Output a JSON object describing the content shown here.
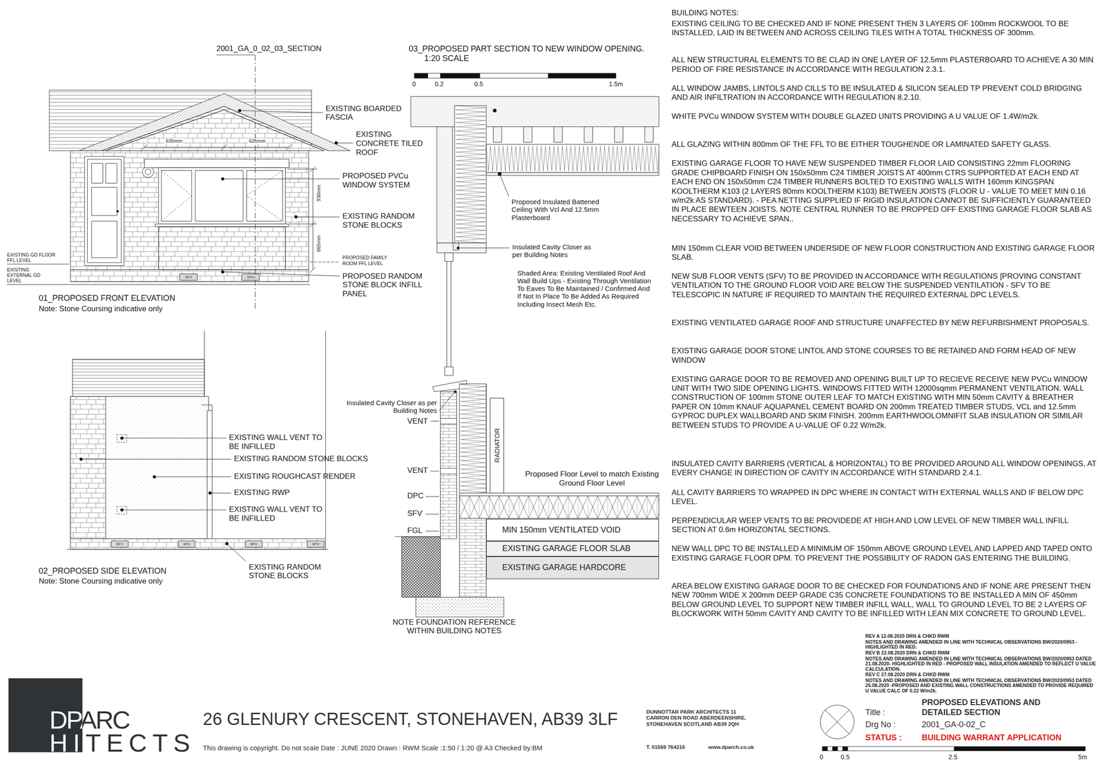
{
  "diagram": {
    "nodes": [
      {
        "text": [
          "RADIATOR"
        ]
      },
      {
        "text": [
          "MIN 150mm VENTILATED VOID"
        ]
      },
      {
        "text": [
          "EXISTING GARAGE FLOOR SLAB"
        ]
      },
      {
        "text": [
          "EXISTING GARAGE HARDCORE"
        ]
      }
    ],
    "labels": [
      "2001_GA_0_02_03_SECTION",
      "635mm",
      "635mm",
      "EXISTING BOARDED FASCIA",
      "EXISTING CONCRETE TILED ROOF",
      "PROPOSED PVCu WINDOW SYSTEM",
      "930mm",
      "EXISTING RANDOM STONE BLOCKS",
      "865mm",
      "EXISTING GD FLOOR FFL LEVEL",
      "EXISTING EXTERNAL GD LEVEL",
      "PROPOSED FAMILY ROOM FFL LEVEL",
      "PROPOSED RANDOM STONE BLOCK INFILL PANEL",
      "SFV",
      "SFV",
      "01_PROPOSED FRONT ELEVATION",
      "Note: Stone Coursing indicative only",
      "EXISTING WALL VENT TO BE INFILLED",
      "EXISTING RANDOM STONE BLOCKS",
      "EXISTING ROUGHCAST RENDER",
      "EXISTING RWP",
      "EXISTING WALL VENT TO BE INFILLED",
      "SFV",
      "SFV",
      "SFV",
      "SFV",
      "EXISTING RANDOM STONE BLOCKS",
      "02_PROPOSED SIDE ELEVATION",
      "Note: Stone Coursing indicative only",
      "03_PROPOSED PART SECTION TO NEW WINDOW OPENING. 1:20 SCALE",
      "0",
      "0.2",
      "0.5",
      "1.5m",
      "Proposed Insulated Battened Ceiling With Vcl And 12.5mm Plasterboard",
      "Insulated Cavity Closer as per Building Notes",
      "Shaded Area: Existing Ventilated Roof And Wall Build Ups - Existing Through Ventilation To Eaves To Be Maintained / Confirmed And If Not In Place To Be Added As Required Including Insect Mesh Etc.",
      "Insulated Cavity Closer as per Building Notes",
      "VENT",
      "VENT",
      "DPC",
      "SFV",
      "FGL",
      "Proposed Floor Level to match Existing Ground Floor Level",
      "NOTE FOUNDATION REFERENCE WITHIN BUILDING NOTES",
      "BUILDING NOTES:",
      "EXISTING CEILING TO BE CHECKED AND IF NONE PRESENT THEN 3 LAYERS OF 100mm ROCKWOOL TO BE INSTALLED, LAID IN BETWEEN AND ACROSS CEILING TILES WITH A TOTAL THICKNESS OF 300mm.",
      "ALL NEW STRUCTURAL ELEMENTS TO BE CLAD IN ONE LAYER OF 12.5mm PLASTERBOARD TO ACHIEVE A 30 MIN PERIOD OF FIRE RESISTANCE IN ACCORDANCE WITH REGULATION 2.3.1.",
      "ALL WINDOW JAMBS, LINTOLS AND CILLS TO BE INSULATED & SILICON SEALED TP PREVENT COLD BRIDGING AND AIR INFILTRATION IN ACCORDANCE WITH REGULATION 8.2.10.",
      "WHITE PVCu WINDOW SYSTEM WITH DOUBLE GLAZED UNITS PROVIDING A U VALUE OF 1.4W/m2k.",
      "ALL GLAZING WITHIN 800mm OF THE FFL TO BE EITHER TOUGHENDE OR LAMINATED SAFETY GLASS.",
      "EXISTING GARAGE FLOOR TO HAVE NEW SUSPENDED TIMBER FLOOR LAID CONSISTING 22mm FLOORING GRADE CHIPBOARD FINISH ON 150x50mm C24 TIMBER JOISTS AT 400mm CTRS SUPPORTED AT EACH END AT EACH END ON 150x50mm C24 TIMBER RUNNERS BOLTED TO EXISTING WALLS WITH 160mm KINGSPAN KOOLTHERM K103 (2 LAYERS 80mm KOOLTHERM K103) BETWEEN JOISTS (FLOOR U - VALUE TO MEET MIN 0.16 w/m2k AS STANDARD). - PEA NETTING SUPPLIED IF RIGID INSULATION CANNOT BE SUFFICIENTLY GUARANTEED IN PLACE BEWTEEN JOISTS. NOTE CENTRAL RUNNER TO BE PROPPED OFF EXISTING GARAGE FLOOR SLAB AS NECESSARY TO ACHIEVE SPAN..",
      "MIN 150mm CLEAR VOID BETWEEN UNDERSIDE OF NEW FLOOR CONSTRUCTION AND EXISTING GARAGE FLOOR SLAB.",
      "NEW SUB FLOOR VENTS (SFV) TO BE PROVIDED IN ACCORDANCE WITH REGULATIONS [PROVING CONSTANT VENTILATION TO THE GROUND FLOOR VOID ARE BELOW THE SUSPENDED VENTILATION - SFV TO BE TELESCOPIC IN NATURE IF REQUIRED TO MAINTAIN THE REQUIRED EXTERNAL DPC LEVELS.",
      "EXISTING VENTILATED GARAGE ROOF AND STRUCTURE UNAFFECTED BY NEW REFURBISHMENT PROPOSALS.",
      "EXISTING GARAGE DOOR STONE LINTOL AND STONE COURSES TO BE RETAINED AND FORM HEAD OF NEW WINDOW",
      "EXISTING GARAGE DOOR TO BE REMOVED AND OPENING BUILT UP TO RECIEVE RECEIVE NEW PVCu WINDOW UNIT WITH TWO SIDE OPENING LIGHTS. WINDOWS FITTED WITH 12000sqmm PERMANENT VENTILATION. WALL CONSTRUCTION OF 100mm STONE OUTER LEAF TO MATCH EXISTING WITH MIN 50mm CAVITY & BREATHER PAPER ON 10mm KNAUF AQUAPANEL CEMENT BOARD ON 200mm TREATED TIMBER STUDS, VCL and 12.5mm GYPROC DUPLEX WALLBOARD AND SKIM FINISH. 200mm EARTHWOOLOMNIFIT SLAB INSULATION OR SIMILAR BETWEEN STUDS TO PROVIDE A U-VALUE OF 0.22 W/m2k.",
      "INSULATED CAVITY BARRIERS (VERTICAL & HORIZONTAL) TO BE PROVIDED AROUND ALL WINDOW OPENINGS, AT EVERY CHANGE IN DIRECTION OF CAVITY IN ACCORDANCE WITH STANDARD 2.4.1.",
      "ALL CAVITY BARRIERS TO WRAPPED IN DPC WHERE IN CONTACT WITH EXTERNAL WALLS AND IF BELOW DPC LEVEL.",
      "PERPENDICULAR WEEP VENTS TO BE PROVIDEDE AT HIGH AND LOW LEVEL OF NEW TIMBER WALL INFILL SECTION AT 0.6m HORIZONTAL SECTIONS.",
      "NEW WALL DPC TO BE INSTALLED A MINIMUM OF 150mm ABOVE GROUND LEVEL AND LAPPED AND TAPED ONTO EXISTING GARAGE FLOOR DPM. TO PREVENT THE POSSIBILITY OF RADON GAS ENTERING THE BUILDING.",
      "AREA BELOW EXISTING GARAGE DOOR TO BE CHECKED FOR FOUNDATIONS AND IF NONE ARE PRESENT THEN NEW 700mm WIDE X 200mm DEEP GRADE C35 CONCRETE FOUNDATIONS TO BE INSTALLED A MIN OF 450mm BELOW GROUND LEVEL TO SUPPORT NEW TIMBER INFILL WALL, WALL TO GROUND LEVEL TO BE 2 LAYERS OF BLOCKWORK WITH 50mm CAVITY AND CAVITY TO BE INFILLED WITH LEAN MIX CONCRETE TO GROUND LEVEL.",
      "REV A 12.08.2020 DRN & CHKD RWM",
      "NOTES AND DRAWING AMENDED IN LINE WITH TECHNICAL OBSERVATIONS BW/2020/0953 - HIGHLIGHTED IN RED.",
      "REV B 22.08.2020 DRN & CHKD RWM",
      "NOTES AND DRAWING AMENDED IN LINE WITH TECHNICAL OBSERVATIONS BW/2020/0953 DATED 21.08.2020- HIGHLIGHTED IN RED - PROPOSED WALL INSULATION AMENDED TO REFLECT U VALUE CALCULATION.",
      "REV C 27.08.2020 DRN & CHKD RWM",
      "NOTES AND DRAWING AMENDED IN LINE WITH TECHNICAL OBSERVATIONS BW/2020/0953 DATED 25.08.2020 -PROPOSED AND EXISTING WALL CONSTRUCTIONS AMENDED TO PROVIDE REQUIRED U VALUE CALC OF 0.22 W/m2k.",
      "DPARC",
      "HITECTS",
      "26 GLENURY CRESCENT, STONEHAVEN, AB39 3LF",
      "This drawing is copyright. Do not scale Date : JUNE 2020 Drawn : RWM Scale :1:50 / 1:20 @ A3 Checked by:BM",
      "DUNNOTTAR PARK ARCHITECTS 11 CARRON DEN ROAD ABERDEENSHIRE, STONEHAVEN SCOTLAND AB39 2QH",
      "T. 01569 764216",
      "www.dparch.co.uk",
      "Title :",
      "PROPOSED ELEVATIONS AND DETAILED SECTION",
      "Drg No :",
      "2001_GA-0-02_C",
      "STATUS :",
      "BUILDING WARRANT APPLICATION",
      "0",
      "0.5",
      "2.5",
      "5m"
    ]
  }
}
